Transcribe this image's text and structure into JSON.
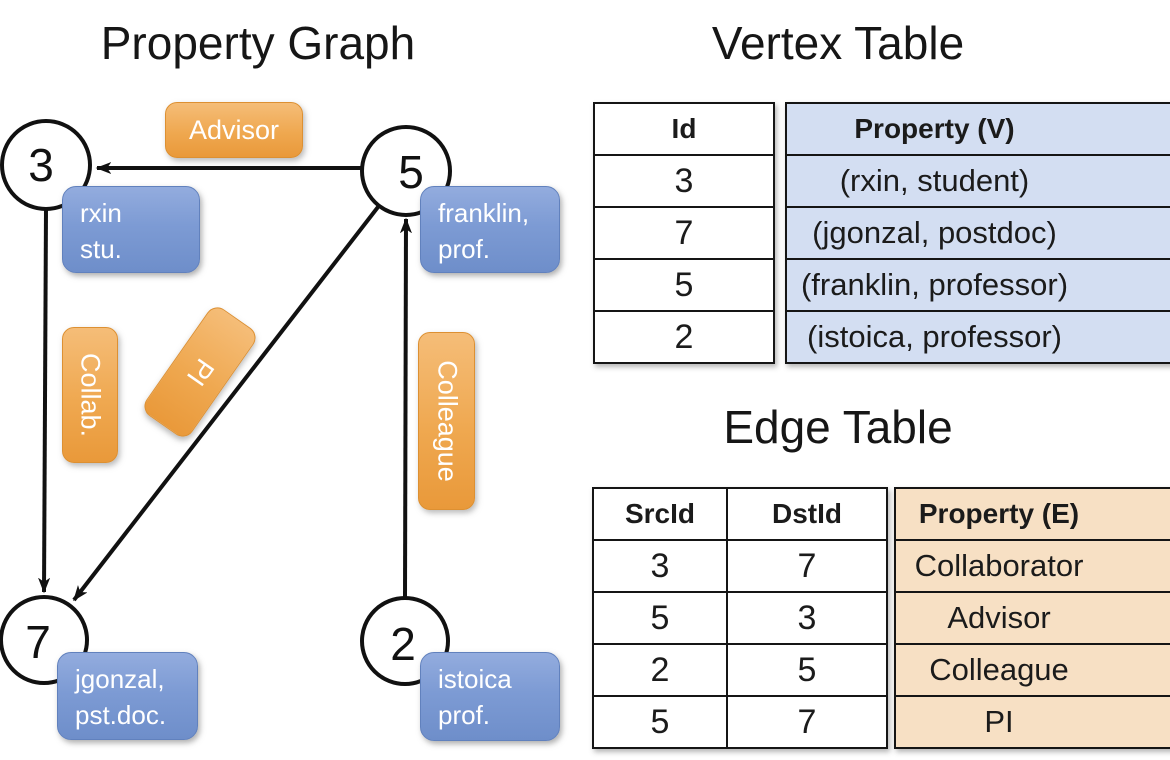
{
  "graph": {
    "title": "Property Graph",
    "nodes": [
      {
        "id": "3",
        "label_line1": "rxin",
        "label_line2": "stu."
      },
      {
        "id": "5",
        "label_line1": "franklin,",
        "label_line2": "prof."
      },
      {
        "id": "7",
        "label_line1": "jgonzal,",
        "label_line2": "pst.doc."
      },
      {
        "id": "2",
        "label_line1": "istoica",
        "label_line2": "prof."
      }
    ],
    "edge_labels": {
      "advisor": "Advisor",
      "collab": "Collab.",
      "pi": "PI",
      "colleague": "Colleague"
    },
    "edges": [
      {
        "src": "5",
        "dst": "3",
        "label": "Advisor"
      },
      {
        "src": "3",
        "dst": "7",
        "label": "Collab."
      },
      {
        "src": "5",
        "dst": "7",
        "label": "PI"
      },
      {
        "src": "2",
        "dst": "5",
        "label": "Colleague"
      }
    ]
  },
  "vertex_table": {
    "title": "Vertex Table",
    "columns": [
      "Id",
      "Property (V)"
    ],
    "rows": [
      [
        "3",
        "(rxin, student)"
      ],
      [
        "7",
        "(jgonzal, postdoc)"
      ],
      [
        "5",
        "(franklin, professor)"
      ],
      [
        "2",
        "(istoica, professor)"
      ]
    ]
  },
  "edge_table": {
    "title": "Edge Table",
    "columns": [
      "SrcId",
      "DstId",
      "Property (E)"
    ],
    "rows": [
      [
        "3",
        "7",
        "Collaborator"
      ],
      [
        "5",
        "3",
        "Advisor"
      ],
      [
        "2",
        "5",
        "Colleague"
      ],
      [
        "5",
        "7",
        "PI"
      ]
    ]
  },
  "colors": {
    "vertex_box_top": "#93acde",
    "vertex_box_bottom": "#6e8eca",
    "edge_box_top": "#f5bd78",
    "edge_box_bottom": "#e9993a",
    "vertex_property_cell_bg": "#d3def2",
    "edge_property_cell_bg": "#f7e0c4",
    "table_border": "#151515",
    "line_color": "#111111",
    "text_on_boxes": "#ffffff"
  }
}
